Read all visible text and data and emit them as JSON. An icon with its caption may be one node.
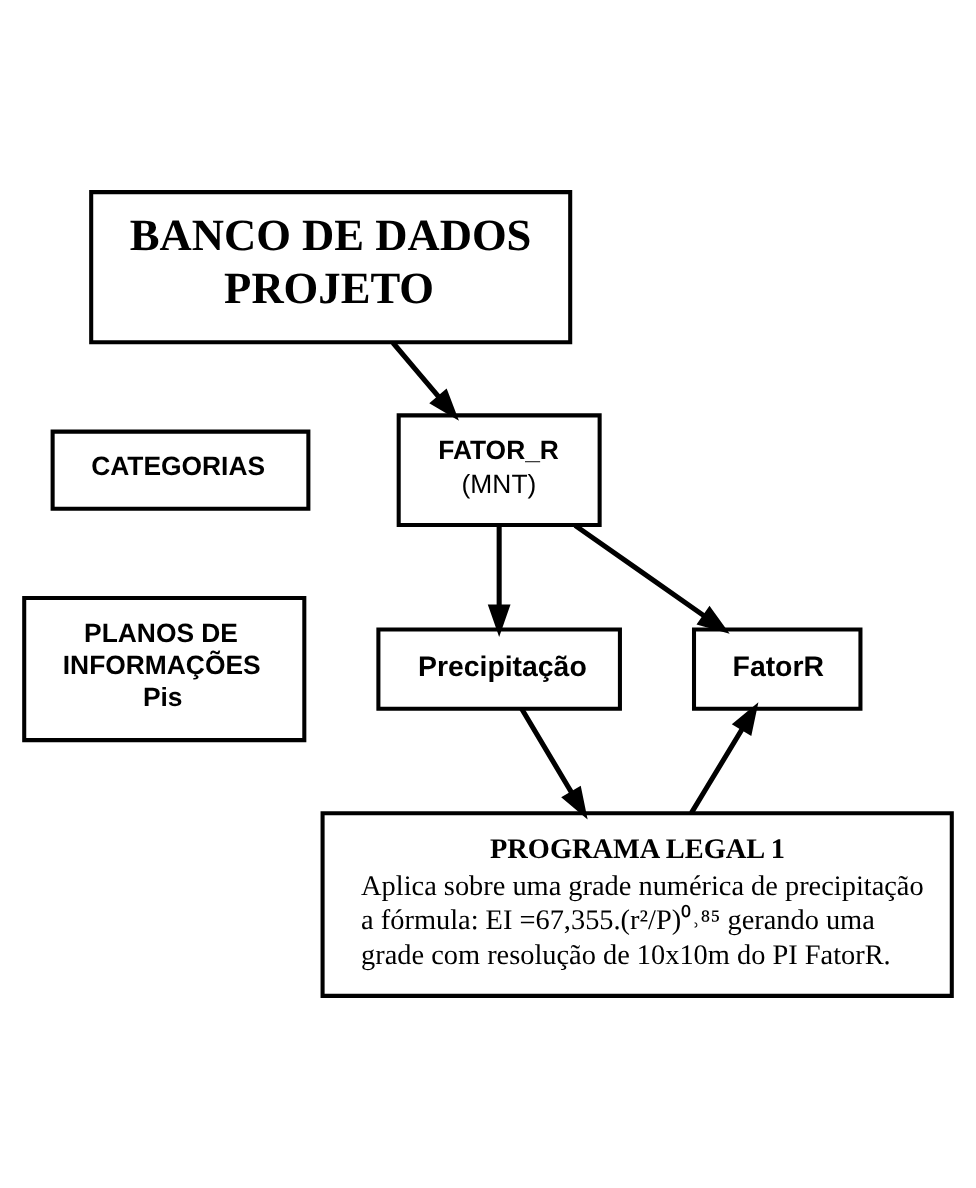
{
  "diagram": {
    "nodes": [
      {
        "text": [
          "BANCO DE DADOS PROJETO"
        ]
      },
      {
        "text": [
          "CATEGORIAS"
        ]
      },
      {
        "text": [
          "FATOR_R",
          "(MNT)"
        ]
      },
      {
        "text": [
          "PLANOS DE INFORMAÇÕES",
          "Pis"
        ]
      },
      {
        "text": [
          "Precipitação"
        ]
      },
      {
        "text": [
          "FatorR"
        ]
      },
      {
        "text": [
          "PROGRAMA LEGAL 1",
          "Aplica sobre uma grade numérica de precipitação a fórmula: EI =67,355.(r²/P)⁰˒⁸⁵ gerando uma grade com resolução de 10x10m do PI FatorR."
        ]
      }
    ],
    "edges": [
      {
        "from": 0,
        "to": 2,
        "arrow": "to"
      },
      {
        "from": 2,
        "to": 4,
        "arrow": "to"
      },
      {
        "from": 2,
        "to": 5,
        "arrow": "to"
      },
      {
        "from": 4,
        "to": 6,
        "arrow": "to"
      },
      {
        "from": 6,
        "to": 5,
        "arrow": "to"
      }
    ]
  }
}
